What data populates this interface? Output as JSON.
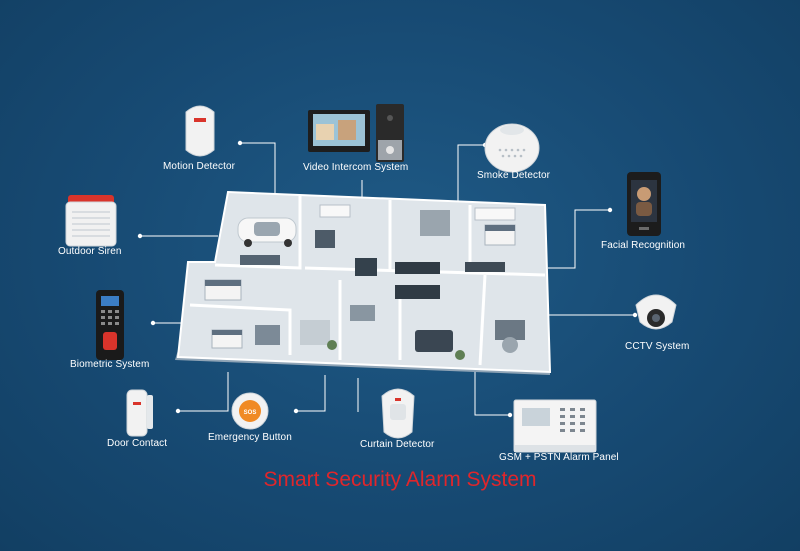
{
  "title": "Smart Security Alarm System",
  "devices": {
    "motion_detector": "Motion Detector",
    "video_intercom": "Video Intercom System",
    "smoke_detector": "Smoke Detector",
    "outdoor_siren": "Outdoor Siren",
    "facial_recognition": "Facial Recognition",
    "biometric_system": "Biometric System",
    "cctv_system": "CCTV System",
    "door_contact": "Door Contact",
    "emergency_button": "Emergency Button",
    "curtain_detector": "Curtain Detector",
    "alarm_panel": "GSM + PSTN Alarm Panel",
    "sos_text": "SOS"
  },
  "colors": {
    "background": "#174a73",
    "title": "#e0262b",
    "connector": "#ffffff",
    "device_white": "#f2f2f2",
    "accent_red": "#d9342b",
    "accent_orange": "#f08a24"
  }
}
